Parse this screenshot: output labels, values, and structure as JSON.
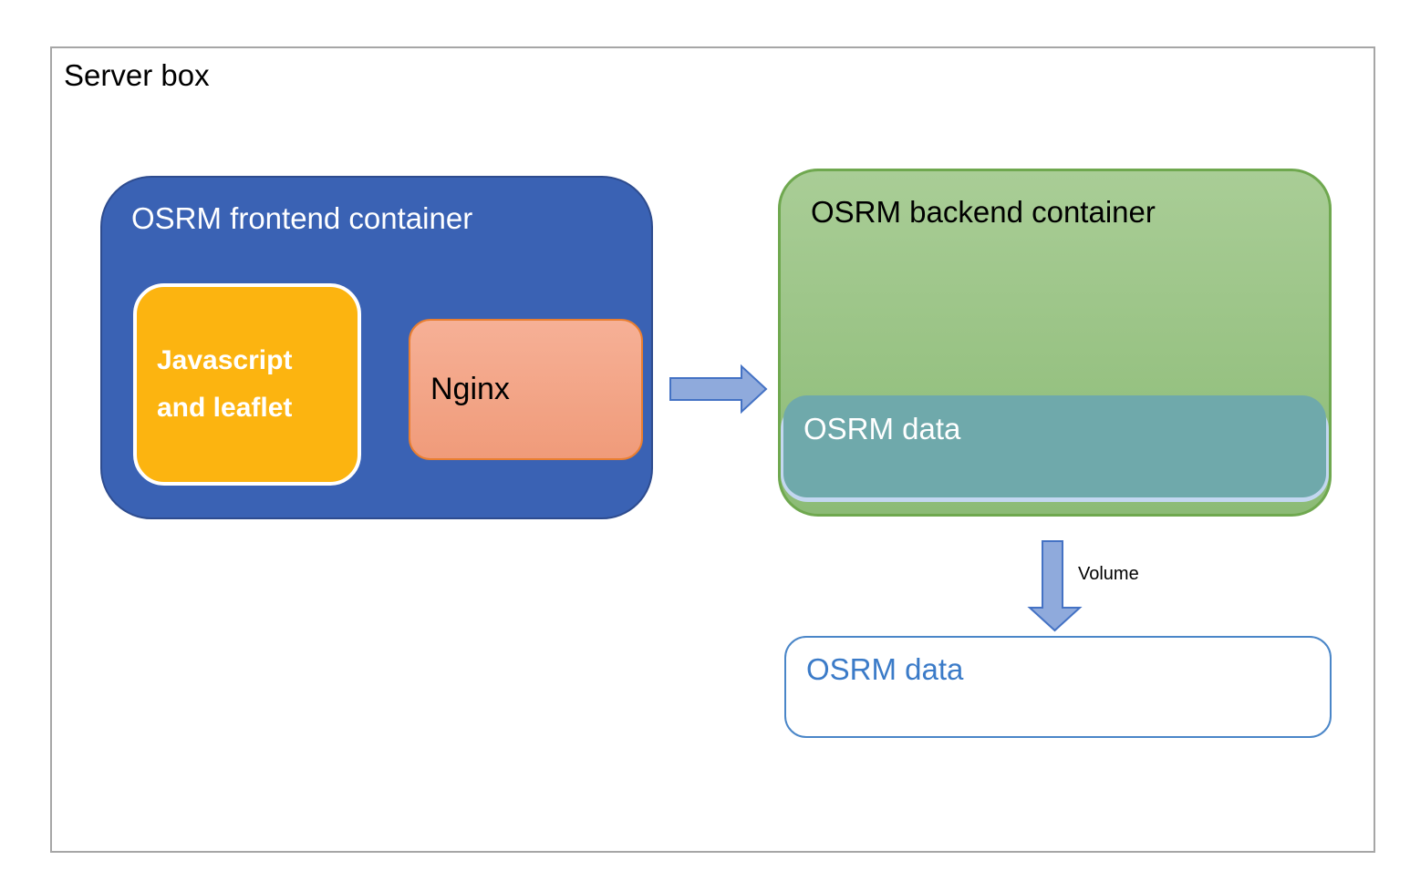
{
  "server_box": {
    "label": "Server box"
  },
  "frontend_container": {
    "title": "OSRM frontend container",
    "javascript_box_label": "Javascript and leaflet",
    "nginx_box_label": "Nginx"
  },
  "backend_container": {
    "title": "OSRM backend container",
    "data_band_label": "OSRM data"
  },
  "volume_arrow": {
    "label": "Volume"
  },
  "osrm_data_box": {
    "label": "OSRM data"
  },
  "colors": {
    "server_box_border": "#A6A6A6",
    "frontend_fill": "#3A62B4",
    "frontend_border": "#2E4C8F",
    "javascript_fill": "#FCB410",
    "nginx_fill_top": "#F6B096",
    "nginx_fill_bottom": "#F09B7A",
    "nginx_border": "#E97E30",
    "backend_fill_top": "#A9CD96",
    "backend_fill_bottom": "#8CBB76",
    "backend_border": "#6FA84F",
    "data_band_fill": "#6FA9AB",
    "data_band_shadow_fill": "#C3D7F0",
    "arrow_fill": "#8FAADC",
    "arrow_border": "#4472C4",
    "osrm_data_box_border": "#4A86C8",
    "osrm_data_box_text": "#3B7BC8"
  }
}
